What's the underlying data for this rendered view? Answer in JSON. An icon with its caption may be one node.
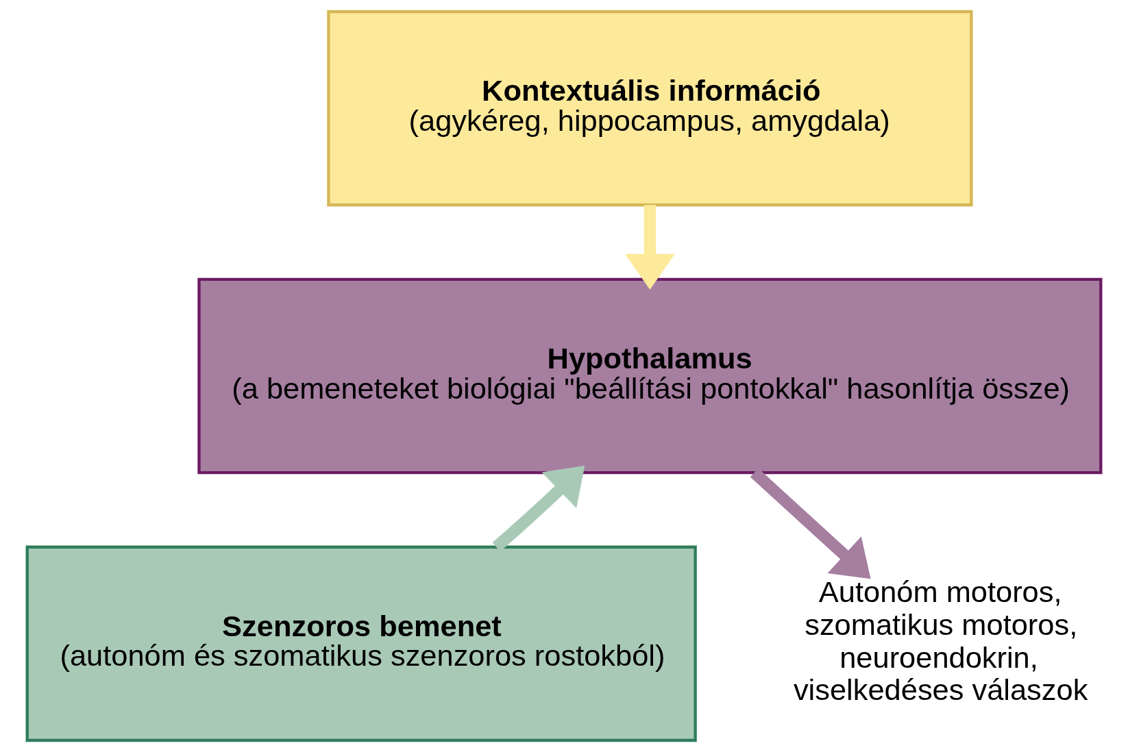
{
  "diagram": {
    "nodes": [
      {
        "text": [
          "Kontextuális információ",
          "(agykéreg, hippocampus, amygdala)"
        ]
      },
      {
        "text": [
          "Hypothalamus",
          "(a bemeneteket biológiai \"beállítási pontokkal\" hasonlítja össze)"
        ]
      },
      {
        "text": [
          "Szenzoros bemenet",
          "(autonóm és szomatikus szenzoros rostokból)"
        ]
      },
      {
        "text": [
          "Autonóm motoros, szomatikus motoros, neuroendokrin, viselkedéses válaszok"
        ]
      }
    ],
    "edges": [
      {
        "from": 0,
        "to": 1,
        "arrow": "to",
        "color": "#fce99a"
      },
      {
        "from": 2,
        "to": 1,
        "arrow": "to",
        "color": "#a9c9b7"
      },
      {
        "from": 1,
        "to": 3,
        "arrow": "to",
        "color": "#a57ea0"
      }
    ]
  }
}
